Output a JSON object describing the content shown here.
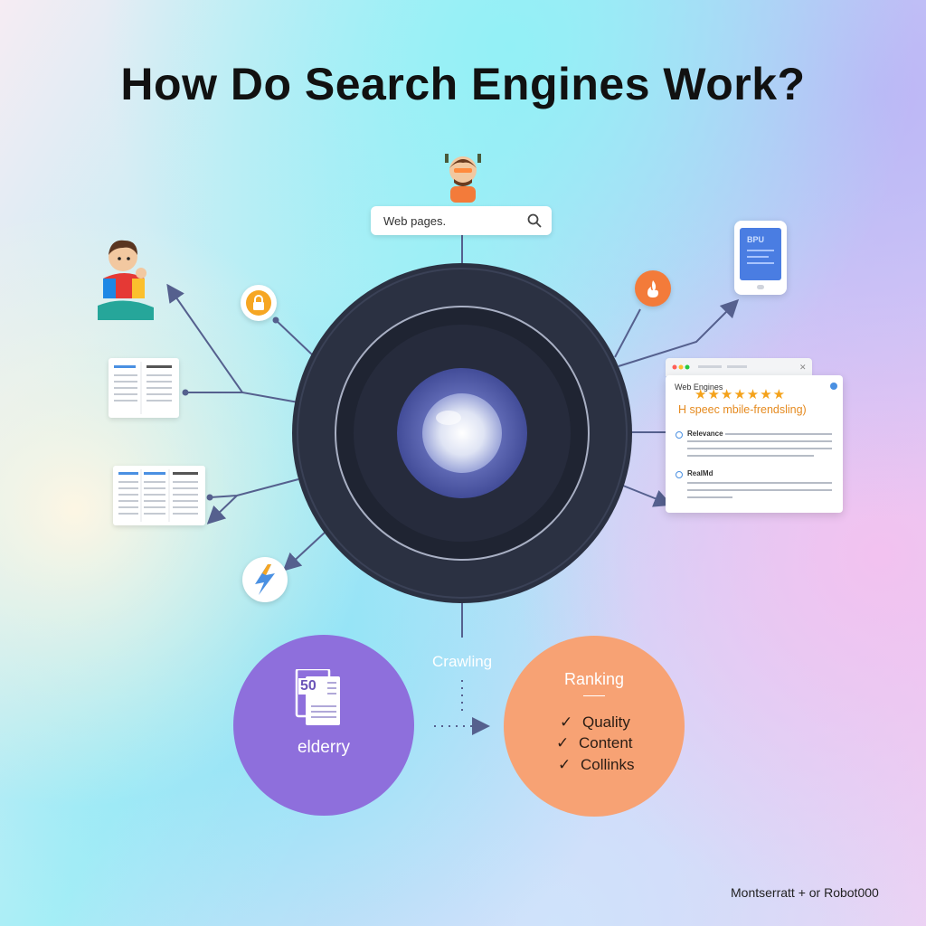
{
  "title": "How Do Search Engines Work?",
  "search": {
    "text": "Web pages.",
    "icon": "search-icon"
  },
  "review_card": {
    "header": "Web Engines",
    "stars": "★★★★★★★",
    "tagline": "H speec mbile-frendsling)",
    "section_1": "Relevance",
    "section_2": "RealMd"
  },
  "tablet": {
    "screen_text": "BPU"
  },
  "crawling_label": "Crawling",
  "index_circle": {
    "doc_number": "50",
    "label": "elderry",
    "color": "#8e6fdc"
  },
  "ranking_circle": {
    "title": "Ranking",
    "color": "#f7a274",
    "items": [
      {
        "check": "✓",
        "label": "Quality"
      },
      {
        "check": "✓",
        "label": "Content"
      },
      {
        "check": "✓",
        "label": "Collinks"
      }
    ]
  },
  "footer": "Montserratt + or Robot000",
  "colors": {
    "lens_outer": "#2c3244",
    "lens_mid": "#1f2433",
    "lens_core": "#5f6ab8",
    "connector": "#55608e",
    "star": "#f4a21b",
    "accent_orange": "#f37b3a"
  }
}
